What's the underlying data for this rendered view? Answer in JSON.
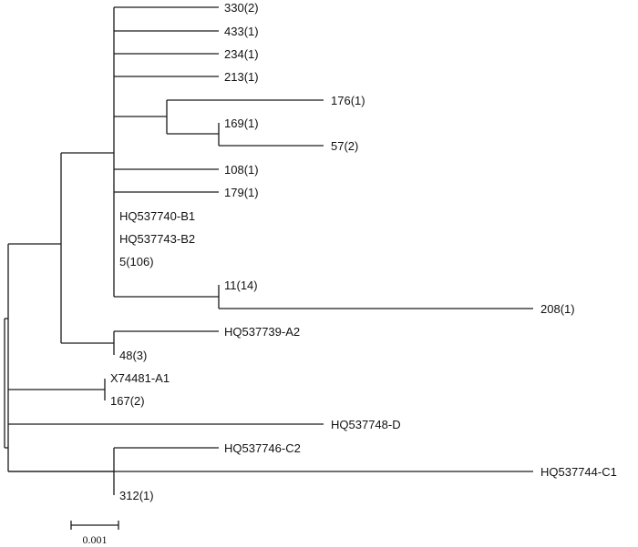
{
  "tree": {
    "leaves": {
      "l330": "330(2)",
      "l433": "433(1)",
      "l234": "234(1)",
      "l213": "213(1)",
      "l176": "176(1)",
      "l169": "169(1)",
      "l57": "57(2)",
      "l108": "108(1)",
      "l179": "179(1)",
      "hq740": "HQ537740-B1",
      "hq743": "HQ537743-B2",
      "l5": "5(106)",
      "l11": "11(14)",
      "l208": "208(1)",
      "hq739": "HQ537739-A2",
      "l48": "48(3)",
      "x74481": "X74481-A1",
      "l167": "167(2)",
      "hq748": "HQ537748-D",
      "hq746": "HQ537746-C2",
      "hq744": "HQ537744-C1",
      "l312": "312(1)"
    },
    "scale_bar_label": "0.001"
  }
}
